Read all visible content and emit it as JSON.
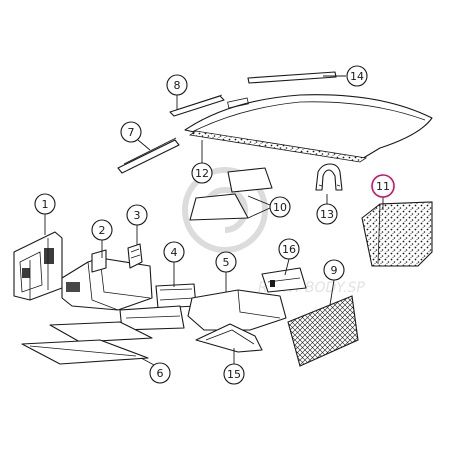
{
  "watermark": "RIGHT-BODY.SP",
  "highlight_color": "#d0106a",
  "callouts": {
    "c1": "1",
    "c2": "2",
    "c3": "3",
    "c4": "4",
    "c5": "5",
    "c6": "6",
    "c7": "7",
    "c8": "8",
    "c9": "9",
    "c10": "10",
    "c11": "11",
    "c12": "12",
    "c13": "13",
    "c14": "14",
    "c15": "15",
    "c16": "16"
  }
}
